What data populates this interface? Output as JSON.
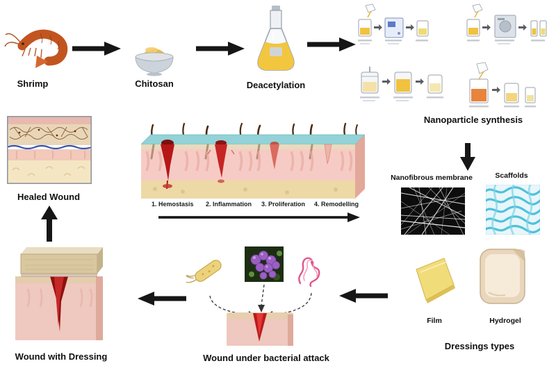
{
  "figure": {
    "nodes": {
      "shrimp": {
        "label": "Shrimp"
      },
      "chitosan": {
        "label": "Chitosan"
      },
      "deacetylation": {
        "label": "Deacetylation"
      },
      "nanoparticle_synthesis": {
        "label": "Nanoparticle synthesis"
      },
      "nanofibrous_membrane": {
        "label": "Nanofibrous membrane"
      },
      "scaffolds": {
        "label": "Scaffolds"
      },
      "healed_wound": {
        "label": "Healed Wound"
      },
      "wound_with_dressing": {
        "label": "Wound with Dressing"
      },
      "wound_under_bacterial_attack": {
        "label": "Wound under bacterial attack"
      },
      "dressings_types": {
        "label": "Dressings types"
      },
      "film": {
        "label": "Film"
      },
      "hydrogel": {
        "label": "Hydrogel"
      }
    },
    "healing_stages": [
      {
        "label": "1. Hemostasis"
      },
      {
        "label": "2. Inflammation"
      },
      {
        "label": "3. Proliferation"
      },
      {
        "label": "4. Remodelling"
      }
    ],
    "colors": {
      "arrow_black": "#161616",
      "chitosan_yellow": "#e9b84c",
      "flask_liquid_yellow": "#f2c63f",
      "skin_pink": "#f6cbc5",
      "skin_surface_teal": "#93d2d6",
      "wound_red": "#b51717",
      "dressing_beige": "#d9c7a0",
      "film_yellow": "#f1dc7a",
      "hydrogel_beige": "#e9d6bc",
      "scaffold_blue": "#3fbcd9",
      "membrane_black": "#0d0d0d",
      "bacteria_purple": "#9a5fc2",
      "bacteria_yellow": "#ecd27c",
      "pathogen_pink": "#e0588c"
    }
  }
}
